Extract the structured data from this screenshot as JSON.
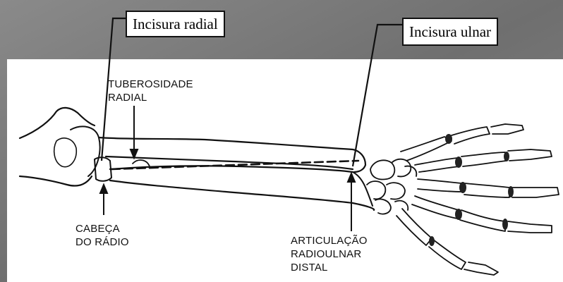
{
  "callouts": {
    "radial_notch": "Incisura radial",
    "ulnar_notch": "Incisura ulnar"
  },
  "labels": {
    "tuberosity": [
      "TUBEROSIDADE",
      "RADIAL"
    ],
    "radial_head": [
      "CABEÇA",
      "DO RÁDIO"
    ],
    "drj": [
      "ARTICULAÇÃO",
      "RADIOULNAR",
      "DISTAL"
    ]
  },
  "colors": {
    "slide_background": "#7a7a7a",
    "diagram_background": "#ffffff",
    "line": "#111111"
  }
}
